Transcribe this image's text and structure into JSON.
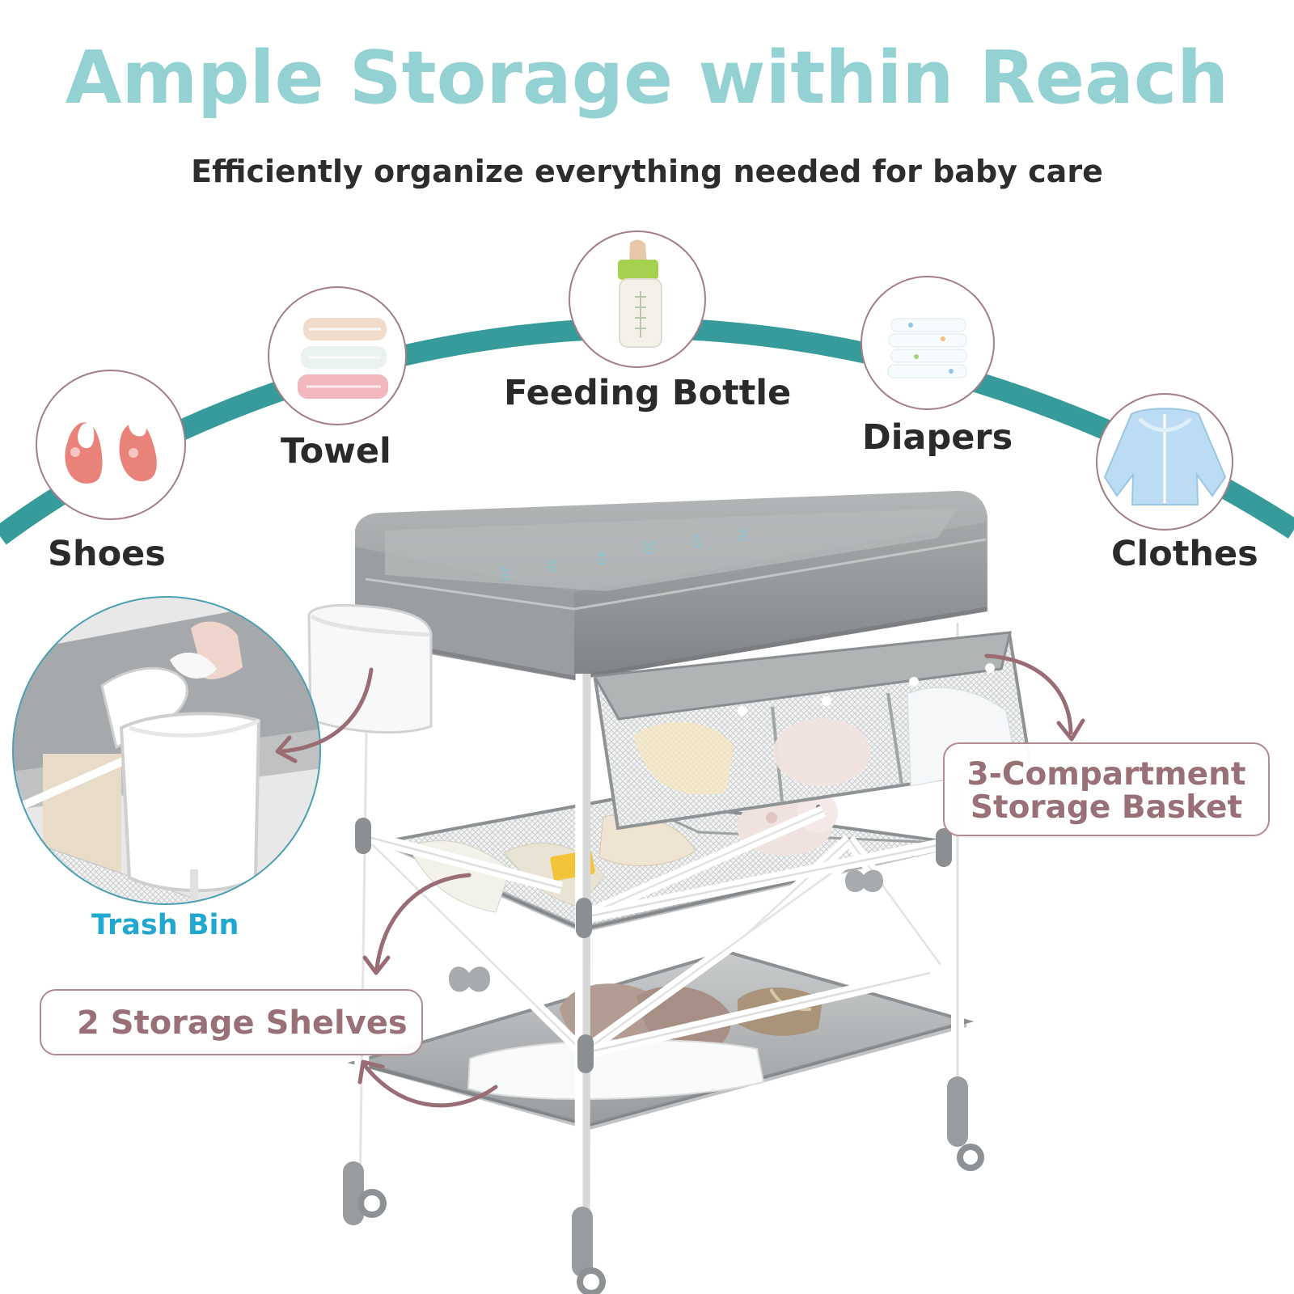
{
  "header": {
    "title": "Ample Storage within Reach",
    "subtitle": "Efficiently organize everything needed for baby care"
  },
  "categories": {
    "shoes": "Shoes",
    "towel": "Towel",
    "feeding_bottle": "Feeding Bottle",
    "diapers": "Diapers",
    "clothes": "Clothes"
  },
  "callouts": {
    "trash_bin": "Trash Bin",
    "storage_shelves": "2 Storage Shelves",
    "storage_basket_line1": "3-Compartment",
    "storage_basket_line2": "Storage Basket"
  },
  "mat_scale": {
    "markings": [
      "20",
      "30",
      "40",
      "50",
      "60",
      "70"
    ]
  },
  "colors": {
    "title": "#93d1d3",
    "arc": "#389b9b",
    "accent": "#987076",
    "callout_border": "#b28b91",
    "trash_label": "#22a8cf",
    "table_gray": "#a7a9aa"
  },
  "icons": {
    "shoes": "shoes-icon",
    "towel": "towel-icon",
    "feeding_bottle": "feeding-bottle-icon",
    "diapers": "diapers-icon",
    "clothes": "clothes-icon"
  }
}
